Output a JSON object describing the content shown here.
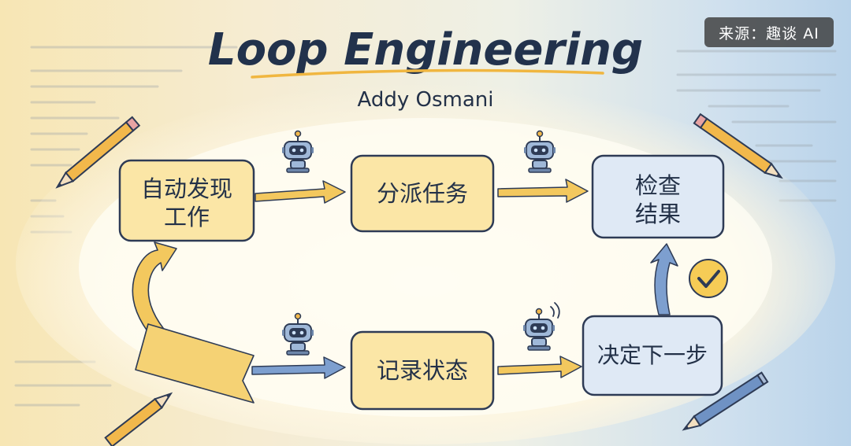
{
  "title": "Loop Engineering",
  "author": "Addy Osmani",
  "credit": "来源：趣谈 AI",
  "nodes": {
    "discover": {
      "line1": "自动发现",
      "line2": "工作"
    },
    "dispatch": {
      "label": "分派任务"
    },
    "check": {
      "line1": "检查",
      "line2": "结果"
    },
    "decide": {
      "label": "决定下一步"
    },
    "record": {
      "label": "记录状态"
    }
  },
  "icons": [
    "robot-icon",
    "pencil-icon",
    "checkmark-icon",
    "arrow-icon"
  ],
  "colors": {
    "yellow_box": "#fbe6a6",
    "blue_box": "#dfe9f5",
    "outline": "#2e3b55",
    "arrow_yellow": "#f3c85e",
    "arrow_blue": "#7d9fcf",
    "text": "#233148"
  }
}
